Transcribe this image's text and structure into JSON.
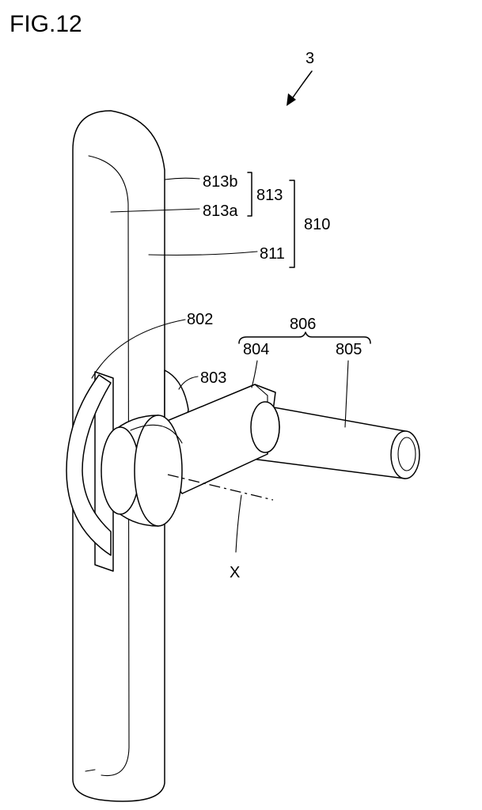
{
  "figure": {
    "title": "FIG.12",
    "reference_numeral": "3",
    "axis_label": "X"
  },
  "labels": {
    "l813b": "813b",
    "l813a": "813a",
    "l813": "813",
    "l810": "810",
    "l811": "811",
    "l802": "802",
    "l806": "806",
    "l804": "804",
    "l805": "805",
    "l803": "803"
  }
}
